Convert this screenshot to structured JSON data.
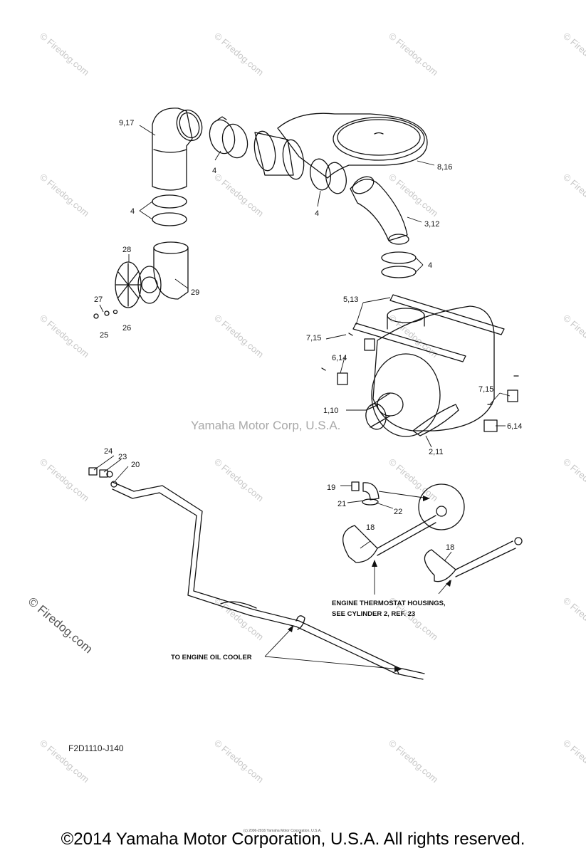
{
  "watermark": {
    "text": "© Firedog.com",
    "large_text": "© Firedog.com",
    "center_text": "Yamaha Motor Corp, U.S.A."
  },
  "callouts": {
    "c_9_17": "9,17",
    "c_4a": "4",
    "c_4b": "4",
    "c_4c": "4",
    "c_4d": "4",
    "c_8_16": "8,16",
    "c_3_12": "3,12",
    "c_28": "28",
    "c_29": "29",
    "c_27": "27",
    "c_26": "26",
    "c_25": "25",
    "c_5_13": "5,13",
    "c_7_15a": "7,15",
    "c_6_14a": "6,14",
    "c_1_10": "1,10",
    "c_7_15b": "7,15",
    "c_6_14b": "6,14",
    "c_2_11": "2,11",
    "c_24": "24",
    "c_23": "23",
    "c_20": "20",
    "c_19": "19",
    "c_21": "21",
    "c_22": "22",
    "c_18a": "18",
    "c_18b": "18"
  },
  "notes": {
    "thermostat_line1": "ENGINE THERMOSTAT HOUSINGS,",
    "thermostat_line2": "SEE CYLINDER 2, REF. 23",
    "oil_cooler": "TO ENGINE OIL COOLER"
  },
  "diagram_code": "F2D1110-J140",
  "fine_print": "(c) 2006-2016 Yamaha Motor Corporation, U.S.A.",
  "footer": {
    "copyright": "©2014 Yamaha Motor Corporation, U.S.A. All rights reserved."
  }
}
